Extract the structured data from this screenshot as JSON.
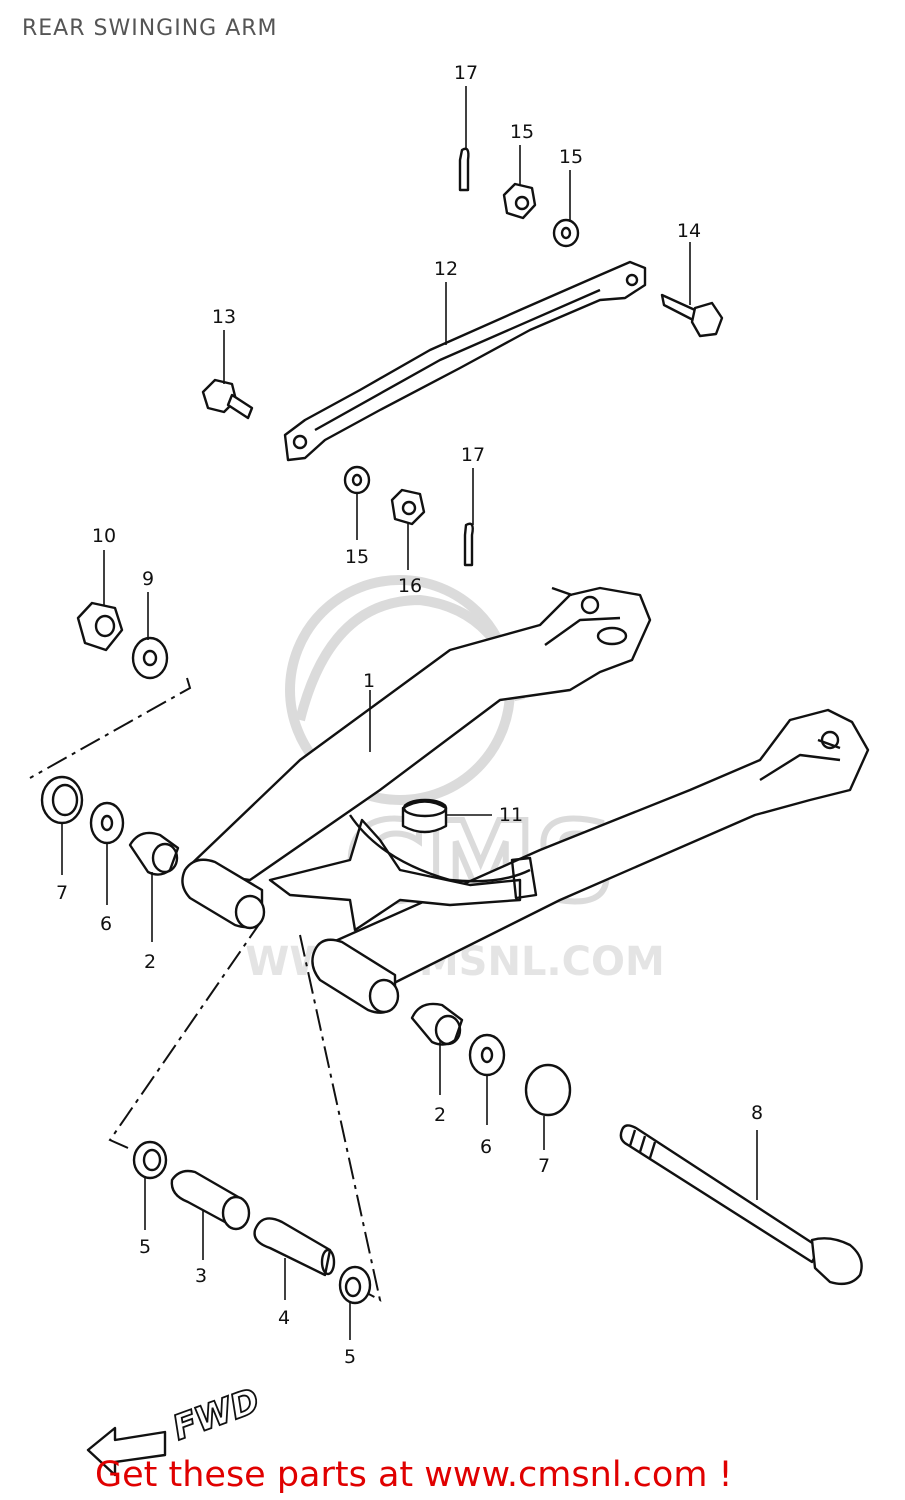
{
  "header": {
    "title": "REAR SWINGING ARM"
  },
  "footer": {
    "text": "Get these parts at www.cmsnl.com !"
  },
  "watermark": {
    "text": "WWW.CMSNL.COM",
    "logo": "CMS"
  },
  "direction_label": "FWD",
  "callouts": [
    {
      "id": "c17a",
      "label": "17"
    },
    {
      "id": "c15a",
      "label": "15"
    },
    {
      "id": "c15b",
      "label": "15"
    },
    {
      "id": "c14",
      "label": "14"
    },
    {
      "id": "c12",
      "label": "12"
    },
    {
      "id": "c13",
      "label": "13"
    },
    {
      "id": "c17b",
      "label": "17"
    },
    {
      "id": "c10",
      "label": "10"
    },
    {
      "id": "c9",
      "label": "9"
    },
    {
      "id": "c15c",
      "label": "15"
    },
    {
      "id": "c16",
      "label": "16"
    },
    {
      "id": "c1",
      "label": "1"
    },
    {
      "id": "c11",
      "label": "11"
    },
    {
      "id": "c7a",
      "label": "7"
    },
    {
      "id": "c6a",
      "label": "6"
    },
    {
      "id": "c2a",
      "label": "2"
    },
    {
      "id": "c2b",
      "label": "2"
    },
    {
      "id": "c6b",
      "label": "6"
    },
    {
      "id": "c7b",
      "label": "7"
    },
    {
      "id": "c8",
      "label": "8"
    },
    {
      "id": "c5a",
      "label": "5"
    },
    {
      "id": "c3",
      "label": "3"
    },
    {
      "id": "c4",
      "label": "4"
    },
    {
      "id": "c5b",
      "label": "5"
    }
  ]
}
